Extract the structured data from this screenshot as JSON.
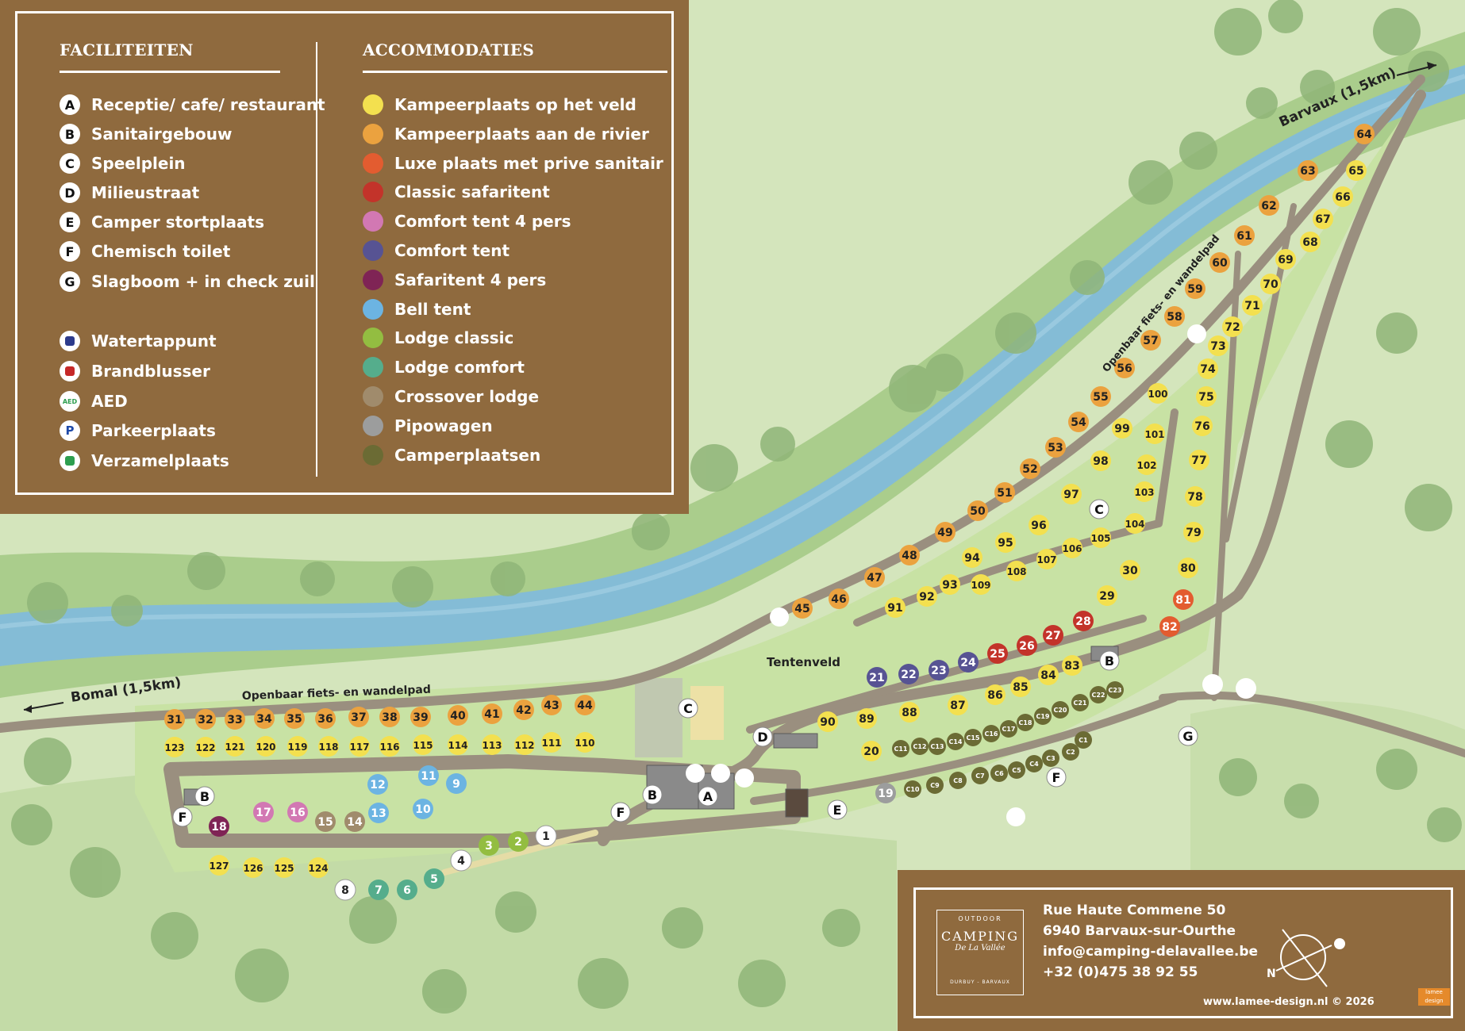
{
  "legend": {
    "facilities_title": "FACILITEITEN",
    "accommodations_title": "ACCOMMODATIES",
    "facilities": [
      {
        "letter": "A",
        "label": "Receptie/ cafe/ restaurant"
      },
      {
        "letter": "B",
        "label": "Sanitairgebouw"
      },
      {
        "letter": "C",
        "label": "Speelplein"
      },
      {
        "letter": "D",
        "label": "Milieustraat"
      },
      {
        "letter": "E",
        "label": "Camper stortplaats"
      },
      {
        "letter": "F",
        "label": "Chemisch toilet"
      },
      {
        "letter": "G",
        "label": "Slagboom + in check zuil"
      }
    ],
    "amenities": [
      {
        "icon": "water-tap-icon",
        "label": "Watertappunt"
      },
      {
        "icon": "fire-extinguisher-icon",
        "label": "Brandblusser"
      },
      {
        "icon": "aed-icon",
        "label": "AED",
        "icon_text": "AED"
      },
      {
        "icon": "parking-icon",
        "label": "Parkeerplaats",
        "icon_text": "P"
      },
      {
        "icon": "assembly-point-icon",
        "label": "Verzamelplaats"
      }
    ],
    "accommodations": [
      {
        "key": "veld",
        "color": "#f3e04f",
        "label": "Kampeerplaats op het veld"
      },
      {
        "key": "rivier",
        "color": "#eba23f",
        "label": "Kampeerplaats aan de rivier"
      },
      {
        "key": "luxe",
        "color": "#e35c30",
        "label": "Luxe plaats met prive sanitair"
      },
      {
        "key": "classic",
        "color": "#c3332a",
        "label": "Classic safaritent"
      },
      {
        "key": "comfort4",
        "color": "#d278b3",
        "label": "Comfort tent 4 pers"
      },
      {
        "key": "comfort",
        "color": "#575393",
        "label": "Comfort tent"
      },
      {
        "key": "safari4",
        "color": "#7f2455",
        "label": "Safaritent 4 pers"
      },
      {
        "key": "bell",
        "color": "#6cb4e2",
        "label": "Bell tent"
      },
      {
        "key": "lodge",
        "color": "#93bd41",
        "label": "Lodge classic"
      },
      {
        "key": "lodgec",
        "color": "#55ad8c",
        "label": "Lodge comfort"
      },
      {
        "key": "crossover",
        "color": "#a08b6c",
        "label": "Crossover lodge"
      },
      {
        "key": "pipo",
        "color": "#9c9d9d",
        "label": "Pipowagen"
      },
      {
        "key": "camper",
        "color": "#6b6b34",
        "label": "Camperplaatsen"
      }
    ]
  },
  "map_labels": {
    "bomal": "Bomal (1,5km)",
    "barvaux": "Barvaux (1,5km)",
    "path_bottom": "Openbaar fiets- en wandelpad",
    "path_diag": "Openbaar fiets- en wandelpad",
    "tentenveld": "Tentenveld"
  },
  "info": {
    "logo_top": "OUTDOOR",
    "logo_main": "CAMPING",
    "logo_sub": "De La Vallée",
    "logo_bottom": "DURBUY - BARVAUX",
    "address_line1": "Rue Haute Commene 50",
    "address_line2": "6940 Barvaux-sur-Ourthe",
    "email": "info@camping-delavallee.be",
    "phone": "+32 (0)475 38 92 55",
    "credit": "www.lamee-design.nl © 2026",
    "lamee_badge": "lamee design",
    "compass_n": "N"
  },
  "pitches": [
    {
      "n": "31",
      "t": "rivier"
    },
    {
      "n": "32",
      "t": "rivier"
    },
    {
      "n": "33",
      "t": "rivier"
    },
    {
      "n": "34",
      "t": "rivier"
    },
    {
      "n": "35",
      "t": "rivier"
    },
    {
      "n": "36",
      "t": "rivier"
    },
    {
      "n": "37",
      "t": "rivier"
    },
    {
      "n": "38",
      "t": "rivier"
    },
    {
      "n": "39",
      "t": "rivier"
    },
    {
      "n": "40",
      "t": "rivier"
    },
    {
      "n": "41",
      "t": "rivier"
    },
    {
      "n": "42",
      "t": "rivier"
    },
    {
      "n": "43",
      "t": "rivier"
    },
    {
      "n": "44",
      "t": "rivier"
    },
    {
      "n": "123",
      "t": "veld"
    },
    {
      "n": "122",
      "t": "veld"
    },
    {
      "n": "121",
      "t": "veld"
    },
    {
      "n": "120",
      "t": "veld"
    },
    {
      "n": "119",
      "t": "veld"
    },
    {
      "n": "118",
      "t": "veld"
    },
    {
      "n": "117",
      "t": "veld"
    },
    {
      "n": "116",
      "t": "veld"
    },
    {
      "n": "115",
      "t": "veld"
    },
    {
      "n": "114",
      "t": "veld"
    },
    {
      "n": "113",
      "t": "veld"
    },
    {
      "n": "112",
      "t": "veld"
    },
    {
      "n": "111",
      "t": "veld"
    },
    {
      "n": "110",
      "t": "veld"
    },
    {
      "n": "12",
      "t": "bell"
    },
    {
      "n": "11",
      "t": "bell"
    },
    {
      "n": "9",
      "t": "bell"
    },
    {
      "n": "13",
      "t": "bell"
    },
    {
      "n": "10",
      "t": "bell"
    },
    {
      "n": "17",
      "t": "comfort4"
    },
    {
      "n": "16",
      "t": "comfort4"
    },
    {
      "n": "18",
      "t": "safari4"
    },
    {
      "n": "15",
      "t": "crossover"
    },
    {
      "n": "14",
      "t": "crossover"
    },
    {
      "n": "127",
      "t": "veld"
    },
    {
      "n": "126",
      "t": "veld"
    },
    {
      "n": "125",
      "t": "veld"
    },
    {
      "n": "124",
      "t": "veld"
    },
    {
      "n": "8",
      "t": "white"
    },
    {
      "n": "7",
      "t": "lodgec"
    },
    {
      "n": "6",
      "t": "lodgec"
    },
    {
      "n": "5",
      "t": "lodgec"
    },
    {
      "n": "4",
      "t": "white"
    },
    {
      "n": "3",
      "t": "lodge"
    },
    {
      "n": "2",
      "t": "lodge"
    },
    {
      "n": "1",
      "t": "white"
    },
    {
      "n": "45",
      "t": "rivier"
    },
    {
      "n": "46",
      "t": "rivier"
    },
    {
      "n": "47",
      "t": "rivier"
    },
    {
      "n": "48",
      "t": "rivier"
    },
    {
      "n": "49",
      "t": "rivier"
    },
    {
      "n": "50",
      "t": "rivier"
    },
    {
      "n": "51",
      "t": "rivier"
    },
    {
      "n": "52",
      "t": "rivier"
    },
    {
      "n": "53",
      "t": "rivier"
    },
    {
      "n": "54",
      "t": "rivier"
    },
    {
      "n": "55",
      "t": "rivier"
    },
    {
      "n": "56",
      "t": "rivier"
    },
    {
      "n": "57",
      "t": "rivier"
    },
    {
      "n": "58",
      "t": "rivier"
    },
    {
      "n": "59",
      "t": "rivier"
    },
    {
      "n": "60",
      "t": "rivier"
    },
    {
      "n": "61",
      "t": "rivier"
    },
    {
      "n": "62",
      "t": "rivier"
    },
    {
      "n": "63",
      "t": "rivier"
    },
    {
      "n": "64",
      "t": "rivier"
    },
    {
      "n": "65",
      "t": "veld"
    },
    {
      "n": "66",
      "t": "veld"
    },
    {
      "n": "67",
      "t": "veld"
    },
    {
      "n": "68",
      "t": "veld"
    },
    {
      "n": "69",
      "t": "veld"
    },
    {
      "n": "70",
      "t": "veld"
    },
    {
      "n": "71",
      "t": "veld"
    },
    {
      "n": "72",
      "t": "veld"
    },
    {
      "n": "73",
      "t": "veld"
    },
    {
      "n": "74",
      "t": "veld"
    },
    {
      "n": "75",
      "t": "veld"
    },
    {
      "n": "76",
      "t": "veld"
    },
    {
      "n": "77",
      "t": "veld"
    },
    {
      "n": "78",
      "t": "veld"
    },
    {
      "n": "79",
      "t": "veld"
    },
    {
      "n": "80",
      "t": "veld"
    },
    {
      "n": "81",
      "t": "luxe"
    },
    {
      "n": "82",
      "t": "luxe"
    },
    {
      "n": "91",
      "t": "veld"
    },
    {
      "n": "92",
      "t": "veld"
    },
    {
      "n": "93",
      "t": "veld"
    },
    {
      "n": "109",
      "t": "veld"
    },
    {
      "n": "94",
      "t": "veld"
    },
    {
      "n": "108",
      "t": "veld"
    },
    {
      "n": "95",
      "t": "veld"
    },
    {
      "n": "107",
      "t": "veld"
    },
    {
      "n": "96",
      "t": "veld"
    },
    {
      "n": "106",
      "t": "veld"
    },
    {
      "n": "97",
      "t": "veld"
    },
    {
      "n": "105",
      "t": "veld"
    },
    {
      "n": "98",
      "t": "veld"
    },
    {
      "n": "104",
      "t": "veld"
    },
    {
      "n": "99",
      "t": "veld"
    },
    {
      "n": "102",
      "t": "veld"
    },
    {
      "n": "103",
      "t": "veld"
    },
    {
      "n": "101",
      "t": "veld"
    },
    {
      "n": "100",
      "t": "veld"
    },
    {
      "n": "30",
      "t": "veld"
    },
    {
      "n": "29",
      "t": "veld"
    },
    {
      "n": "28",
      "t": "classic"
    },
    {
      "n": "27",
      "t": "classic"
    },
    {
      "n": "26",
      "t": "classic"
    },
    {
      "n": "25",
      "t": "classic"
    },
    {
      "n": "24",
      "t": "comfort"
    },
    {
      "n": "23",
      "t": "comfort"
    },
    {
      "n": "22",
      "t": "comfort"
    },
    {
      "n": "21",
      "t": "comfort"
    },
    {
      "n": "83",
      "t": "veld"
    },
    {
      "n": "84",
      "t": "veld"
    },
    {
      "n": "85",
      "t": "veld"
    },
    {
      "n": "86",
      "t": "veld"
    },
    {
      "n": "87",
      "t": "veld"
    },
    {
      "n": "88",
      "t": "veld"
    },
    {
      "n": "89",
      "t": "veld"
    },
    {
      "n": "90",
      "t": "veld"
    },
    {
      "n": "20",
      "t": "veld"
    },
    {
      "n": "19",
      "t": "pipo"
    },
    {
      "n": "C1",
      "t": "camper"
    },
    {
      "n": "C2",
      "t": "camper"
    },
    {
      "n": "C3",
      "t": "camper"
    },
    {
      "n": "C4",
      "t": "camper"
    },
    {
      "n": "C5",
      "t": "camper"
    },
    {
      "n": "C6",
      "t": "camper"
    },
    {
      "n": "C7",
      "t": "camper"
    },
    {
      "n": "C8",
      "t": "camper"
    },
    {
      "n": "C9",
      "t": "camper"
    },
    {
      "n": "C10",
      "t": "camper"
    },
    {
      "n": "C11",
      "t": "camper"
    },
    {
      "n": "C12",
      "t": "camper"
    },
    {
      "n": "C13",
      "t": "camper"
    },
    {
      "n": "C14",
      "t": "camper"
    },
    {
      "n": "C15",
      "t": "camper"
    },
    {
      "n": "C16",
      "t": "camper"
    },
    {
      "n": "C17",
      "t": "camper"
    },
    {
      "n": "C18",
      "t": "camper"
    },
    {
      "n": "C19",
      "t": "camper"
    },
    {
      "n": "C20",
      "t": "camper"
    },
    {
      "n": "C21",
      "t": "camper"
    },
    {
      "n": "C22",
      "t": "camper"
    },
    {
      "n": "C23",
      "t": "camper"
    }
  ],
  "facility_markers": [
    "B",
    "F",
    "A",
    "B",
    "F",
    "C",
    "D",
    "E",
    "F",
    "B",
    "C",
    "G"
  ]
}
